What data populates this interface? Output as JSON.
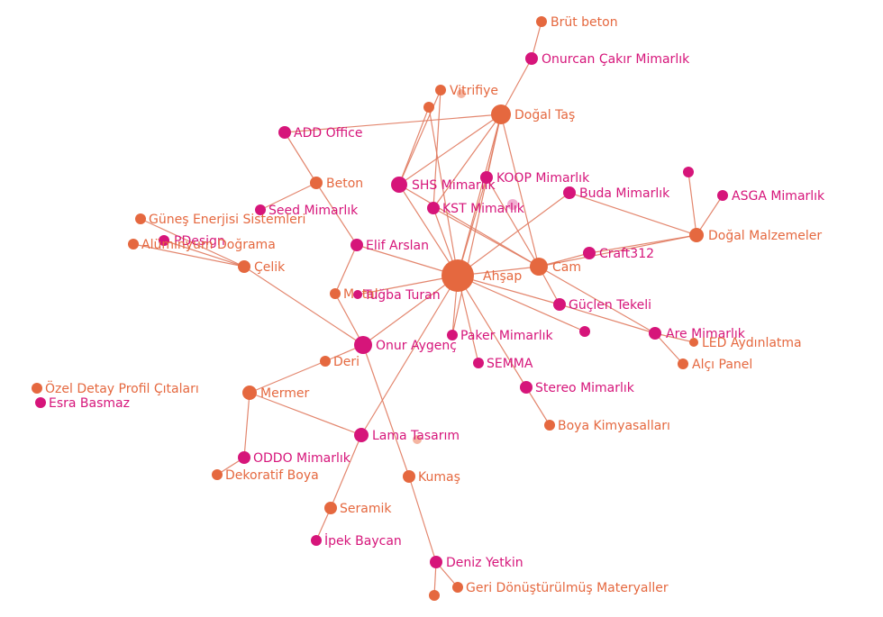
{
  "colors": {
    "material": "#e5683f",
    "person": "#d6157a",
    "edge": "#e07a5f",
    "faded_material": "#f2a38a",
    "faded_person": "#ee9bc6"
  },
  "nodes": [
    {
      "id": "brut",
      "label": "Brüt beton",
      "type": "material"
    },
    {
      "id": "onurcan",
      "label": "Onurcan Çakır Mimarlık",
      "type": "person"
    },
    {
      "id": "vitrifiye",
      "label": "Vitrifiye",
      "type": "material"
    },
    {
      "id": "vit_small",
      "label": "",
      "type": "material"
    },
    {
      "id": "dogaltas",
      "label": "Doğal Taş",
      "type": "material"
    },
    {
      "id": "add",
      "label": "ADD Office",
      "type": "person"
    },
    {
      "id": "beton",
      "label": "Beton",
      "type": "material"
    },
    {
      "id": "shs",
      "label": "SHS Mimarlık",
      "type": "person"
    },
    {
      "id": "koop",
      "label": "KOOP Mimarlık",
      "type": "person"
    },
    {
      "id": "buda",
      "label": "Buda Mimarlık",
      "type": "person"
    },
    {
      "id": "asga",
      "label": "ASGA Mimarlık",
      "type": "person"
    },
    {
      "id": "asga_dot",
      "label": "",
      "type": "person"
    },
    {
      "id": "seed",
      "label": "Seed Mimarlık",
      "type": "person"
    },
    {
      "id": "gunes",
      "label": "Güneş Enerjisi Sistemleri",
      "type": "material"
    },
    {
      "id": "kst",
      "label": "KST Mimarlık",
      "type": "person"
    },
    {
      "id": "pdesign",
      "label": "PDesign",
      "type": "person"
    },
    {
      "id": "alum",
      "label": "Alüminyum Doğrama",
      "type": "material"
    },
    {
      "id": "elif",
      "label": "Elif Arslan",
      "type": "person"
    },
    {
      "id": "dogalmalz",
      "label": "Doğal Malzemeler",
      "type": "material"
    },
    {
      "id": "craft",
      "label": "Craft312",
      "type": "person"
    },
    {
      "id": "celik",
      "label": "Çelik",
      "type": "material"
    },
    {
      "id": "ahsap",
      "label": "Ahşap",
      "type": "material"
    },
    {
      "id": "cam",
      "label": "Cam",
      "type": "material"
    },
    {
      "id": "metal",
      "label": "Metal",
      "type": "material"
    },
    {
      "id": "tugba",
      "label": "Tuğba Turan",
      "type": "person"
    },
    {
      "id": "guclen",
      "label": "Güçlen Tekeli",
      "type": "person"
    },
    {
      "id": "guc_dot",
      "label": "",
      "type": "person"
    },
    {
      "id": "are",
      "label": "Are Mimarlık",
      "type": "person"
    },
    {
      "id": "led",
      "label": "LED Aydınlatma",
      "type": "material"
    },
    {
      "id": "paker",
      "label": "Paker Mimarlık",
      "type": "person"
    },
    {
      "id": "onur",
      "label": "Onur Aygenç",
      "type": "person"
    },
    {
      "id": "deri",
      "label": "Deri",
      "type": "material"
    },
    {
      "id": "alci",
      "label": "Alçı Panel",
      "type": "material"
    },
    {
      "id": "semma",
      "label": "SEMMA",
      "type": "person"
    },
    {
      "id": "ozel",
      "label": "Özel Detay Profil Çıtaları",
      "type": "material"
    },
    {
      "id": "esra",
      "label": "Esra Basmaz",
      "type": "person"
    },
    {
      "id": "mermer",
      "label": "Mermer",
      "type": "material"
    },
    {
      "id": "stereo",
      "label": "Stereo Mimarlık",
      "type": "person"
    },
    {
      "id": "boya",
      "label": "Boya Kimyasalları",
      "type": "material"
    },
    {
      "id": "lama",
      "label": "Lama Tasarım",
      "type": "person"
    },
    {
      "id": "oddo",
      "label": "ODDO Mimarlık",
      "type": "person"
    },
    {
      "id": "dekoratif",
      "label": "Dekoratif Boya",
      "type": "material"
    },
    {
      "id": "kumas",
      "label": "Kumaş",
      "type": "material"
    },
    {
      "id": "seramik",
      "label": "Seramik",
      "type": "material"
    },
    {
      "id": "ipek",
      "label": "İpek Baycan",
      "type": "person"
    },
    {
      "id": "deniz",
      "label": "Deniz Yetkin",
      "type": "person"
    },
    {
      "id": "geri",
      "label": "Geri Dönüştürülmüş Materyaller",
      "type": "material"
    },
    {
      "id": "geri_dot",
      "label": "",
      "type": "material"
    }
  ],
  "edges": [
    [
      "brut",
      "onurcan"
    ],
    [
      "onurcan",
      "dogaltas"
    ],
    [
      "dogaltas",
      "add"
    ],
    [
      "dogaltas",
      "shs"
    ],
    [
      "dogaltas",
      "koop"
    ],
    [
      "dogaltas",
      "kst"
    ],
    [
      "dogaltas",
      "cam"
    ],
    [
      "dogaltas",
      "ahsap"
    ],
    [
      "dogaltas",
      "paker"
    ],
    [
      "vitrifiye",
      "shs"
    ],
    [
      "vit_small",
      "shs"
    ],
    [
      "vitrifiye",
      "kst"
    ],
    [
      "vit_small",
      "ahsap"
    ],
    [
      "add",
      "beton"
    ],
    [
      "beton",
      "seed"
    ],
    [
      "beton",
      "elif"
    ],
    [
      "shs",
      "ahsap"
    ],
    [
      "shs",
      "cam"
    ],
    [
      "koop",
      "ahsap"
    ],
    [
      "koop",
      "cam"
    ],
    [
      "kst",
      "cam"
    ],
    [
      "kst",
      "ahsap"
    ],
    [
      "buda",
      "ahsap"
    ],
    [
      "buda",
      "dogalmalz"
    ],
    [
      "asga",
      "dogalmalz"
    ],
    [
      "asga_dot",
      "dogalmalz"
    ],
    [
      "craft",
      "cam"
    ],
    [
      "craft",
      "dogalmalz"
    ],
    [
      "cam",
      "dogalmalz"
    ],
    [
      "gunes",
      "celik"
    ],
    [
      "alum",
      "celik"
    ],
    [
      "pdesign",
      "celik"
    ],
    [
      "celik",
      "onur"
    ],
    [
      "elif",
      "ahsap"
    ],
    [
      "elif",
      "metal"
    ],
    [
      "metal",
      "onur"
    ],
    [
      "tugba",
      "ahsap"
    ],
    [
      "ahsap",
      "cam"
    ],
    [
      "ahsap",
      "guclen"
    ],
    [
      "ahsap",
      "guc_dot"
    ],
    [
      "ahsap",
      "paker"
    ],
    [
      "ahsap",
      "semma"
    ],
    [
      "ahsap",
      "stereo"
    ],
    [
      "ahsap",
      "onur"
    ],
    [
      "ahsap",
      "lama"
    ],
    [
      "cam",
      "guclen"
    ],
    [
      "cam",
      "are"
    ],
    [
      "guclen",
      "are"
    ],
    [
      "are",
      "led"
    ],
    [
      "are",
      "alci"
    ],
    [
      "onur",
      "deri"
    ],
    [
      "onur",
      "kumas"
    ],
    [
      "deri",
      "mermer"
    ],
    [
      "mermer",
      "oddo"
    ],
    [
      "mermer",
      "lama"
    ],
    [
      "oddo",
      "dekoratif"
    ],
    [
      "lama",
      "seramik"
    ],
    [
      "seramik",
      "ipek"
    ],
    [
      "stereo",
      "boya"
    ],
    [
      "kumas",
      "deniz"
    ],
    [
      "deniz",
      "geri"
    ],
    [
      "deniz",
      "geri_dot"
    ]
  ]
}
